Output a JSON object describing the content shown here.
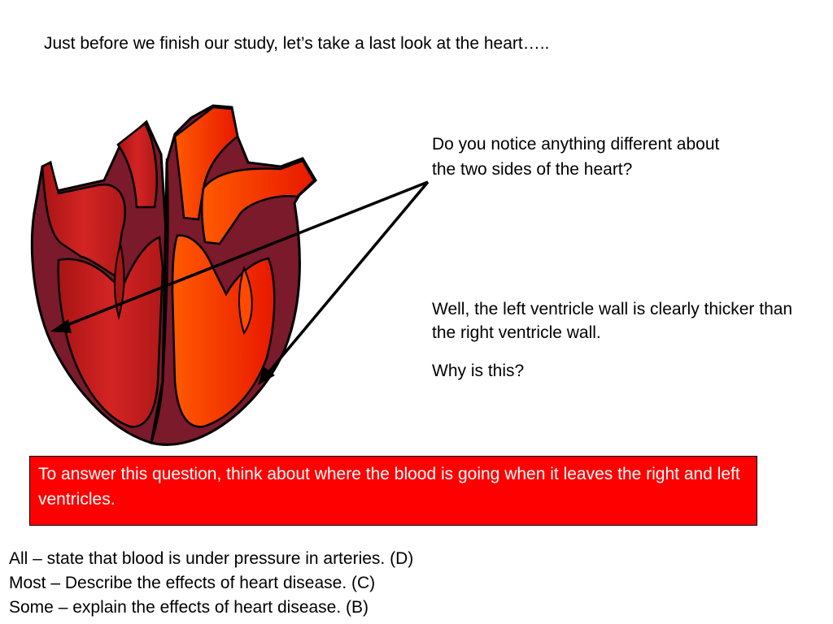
{
  "slide": {
    "title": "Just before we finish our study, let’s take a last look at the heart…..",
    "question": "Do you notice anything different about the two sides of the heart?",
    "answer": "Well, the left ventricle wall is clearly thicker than the right ventricle wall.",
    "follow_up": "Why is this?",
    "hint": "To answer this question, think about where the blood is going when it leaves the right and left ventricles.",
    "objectives": [
      "All – state that blood is under pressure in arteries. (D)",
      "Most – Describe the effects of heart disease. (C)",
      "Some – explain the effects of heart disease. (B)"
    ]
  },
  "colors": {
    "hint_background": "#ff0000",
    "hint_text": "#ffffff",
    "heart_wall": "#7a1a2a",
    "heart_right_chamber": "#c41e1e",
    "heart_left_chamber": "#ff3a00",
    "outline": "#000000"
  }
}
